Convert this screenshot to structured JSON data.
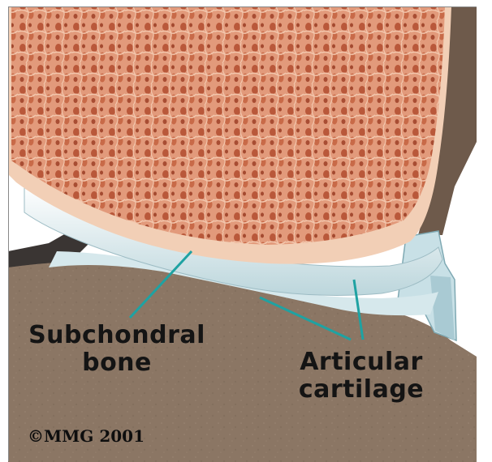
{
  "diagram": {
    "labels": {
      "subchondral_line1": "Subchondral",
      "subchondral_line2": "bone",
      "articular_line1": "Articular",
      "articular_line2": "cartilage"
    },
    "copyright": "©MMG 2001",
    "colors": {
      "bone_surround": "#8a7462",
      "trabecular_bone": "#d98766",
      "bone_shell": "#f2cfb6",
      "cartilage": "#e3f1f4",
      "leader_line": "#1fa2a2",
      "label_text": "#141414"
    }
  }
}
